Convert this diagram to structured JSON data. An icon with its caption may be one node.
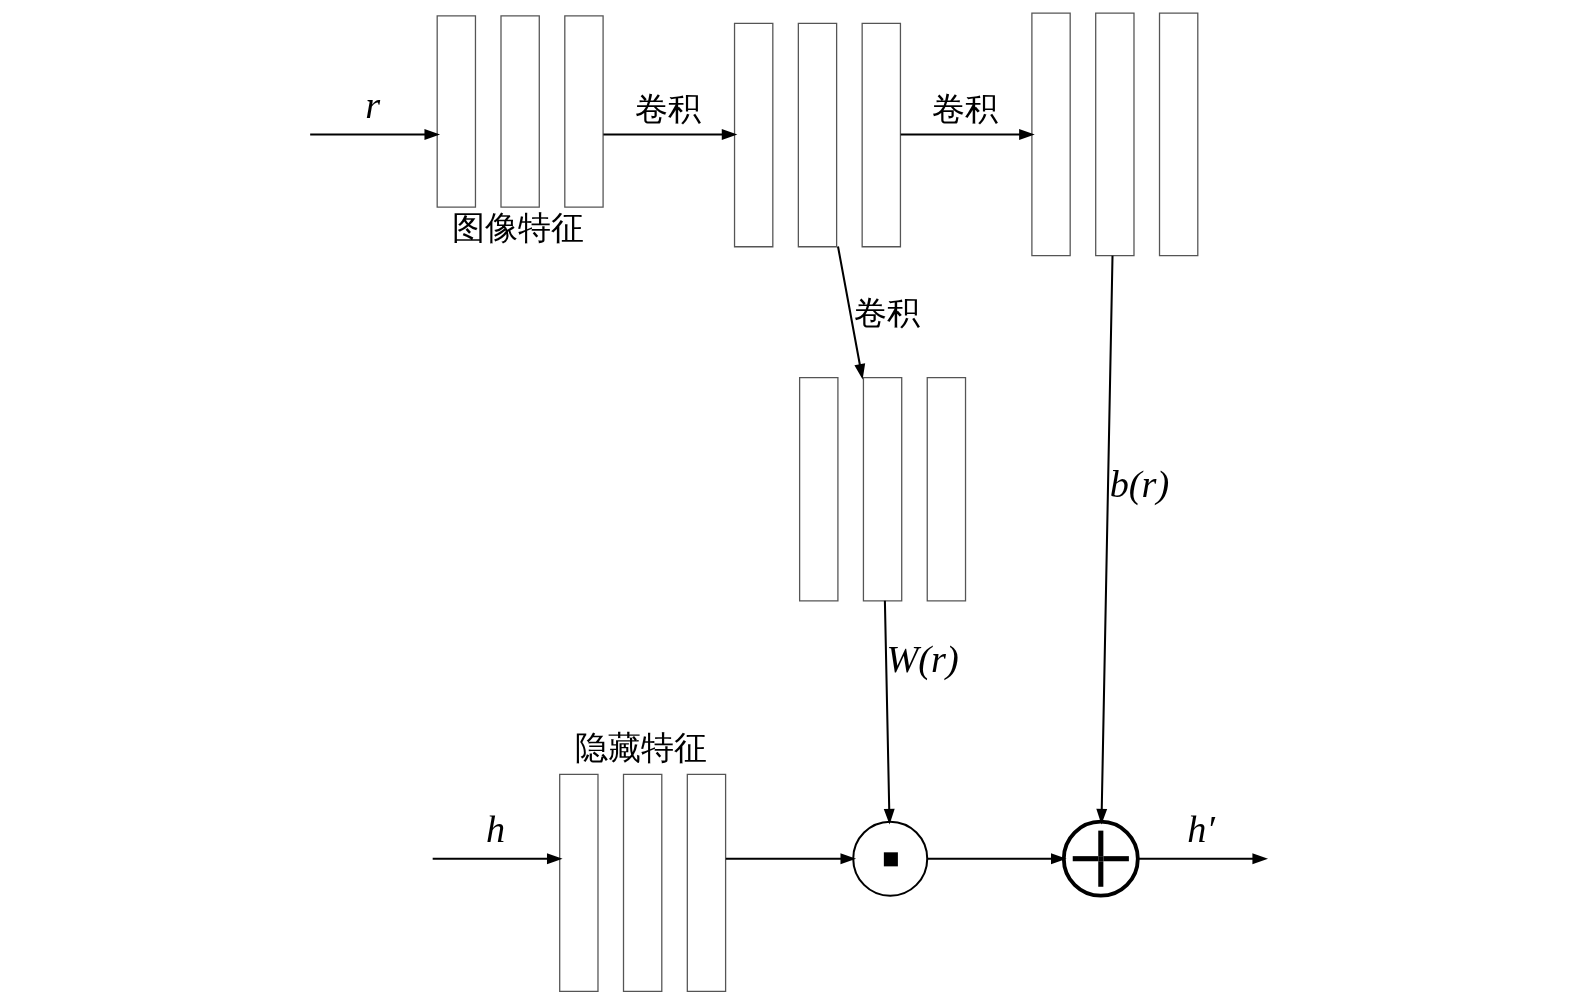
{
  "diagram": {
    "nodes": [
      {
        "text": [],
        "shape": "bar",
        "beside": [
          "图像特征"
        ]
      },
      {
        "text": [],
        "shape": "bar"
      },
      {
        "text": [],
        "shape": "bar"
      },
      {
        "text": [],
        "shape": "bar"
      },
      {
        "text": [],
        "shape": "bar",
        "beside": [
          "隐藏特征"
        ]
      },
      {
        "text": [],
        "shape": "circle"
      },
      {
        "text": [],
        "shape": "circle"
      }
    ],
    "edges": [
      {
        "from": null,
        "to": 0,
        "arrow": "to",
        "label": "r"
      },
      {
        "from": 0,
        "to": 1,
        "arrow": "to",
        "label": "卷积"
      },
      {
        "from": 1,
        "to": 2,
        "arrow": "to",
        "label": "卷积"
      },
      {
        "from": 1,
        "to": 3,
        "arrow": "to",
        "label": "卷积"
      },
      {
        "from": 2,
        "to": 6,
        "arrow": "to",
        "label": "b(r)"
      },
      {
        "from": 3,
        "to": 5,
        "arrow": "to",
        "label": "W(r)"
      },
      {
        "from": null,
        "to": 4,
        "arrow": "to",
        "label": "h"
      },
      {
        "from": 4,
        "to": 5,
        "arrow": "to"
      },
      {
        "from": 5,
        "to": 6,
        "arrow": "to"
      },
      {
        "from": 6,
        "to": null,
        "arrow": "to",
        "label": "h′"
      }
    ]
  }
}
